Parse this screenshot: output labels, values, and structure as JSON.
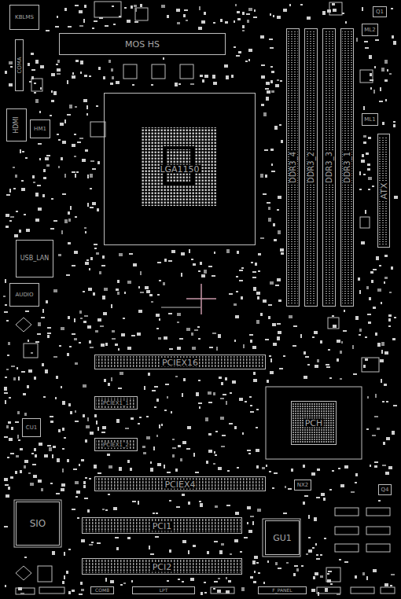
{
  "diagram": {
    "nodes": [
      {
        "text": [
          "KBLMS"
        ]
      },
      {
        "text": [
          "MOS HS"
        ]
      },
      {
        "text": [
          "COMA"
        ]
      },
      {
        "text": [
          "HDMI"
        ]
      },
      {
        "text": [
          "HM1"
        ]
      },
      {
        "text": [
          "USB_LAN"
        ]
      },
      {
        "text": [
          "AUDIO"
        ]
      },
      {
        "text": [
          "LGA1150"
        ]
      },
      {
        "text": [
          "DDR3_4"
        ]
      },
      {
        "text": [
          "DDR3_2"
        ]
      },
      {
        "text": [
          "DDR3_3"
        ]
      },
      {
        "text": [
          "DDR3_1"
        ]
      },
      {
        "text": [
          "ATX"
        ]
      },
      {
        "text": [
          "PCIEX16"
        ]
      },
      {
        "text": [
          "PCIEX1_1"
        ]
      },
      {
        "text": [
          "PCIEX1_2"
        ]
      },
      {
        "text": [
          "PCIEX4"
        ]
      },
      {
        "text": [
          "CU1"
        ]
      },
      {
        "text": [
          "PCH"
        ]
      },
      {
        "text": [
          "NX2"
        ]
      },
      {
        "text": [
          "Q4"
        ]
      },
      {
        "text": [
          "SIO"
        ]
      },
      {
        "text": [
          "PCI1"
        ]
      },
      {
        "text": [
          "GU1"
        ]
      },
      {
        "text": [
          "PCI2"
        ]
      },
      {
        "text": [
          "COM8"
        ]
      },
      {
        "text": [
          "LPT"
        ]
      },
      {
        "text": [
          "F_PANEL"
        ]
      },
      {
        "text": [
          "Q1"
        ]
      },
      {
        "text": [
          "ML2"
        ]
      },
      {
        "text": [
          "ML1"
        ]
      }
    ]
  }
}
